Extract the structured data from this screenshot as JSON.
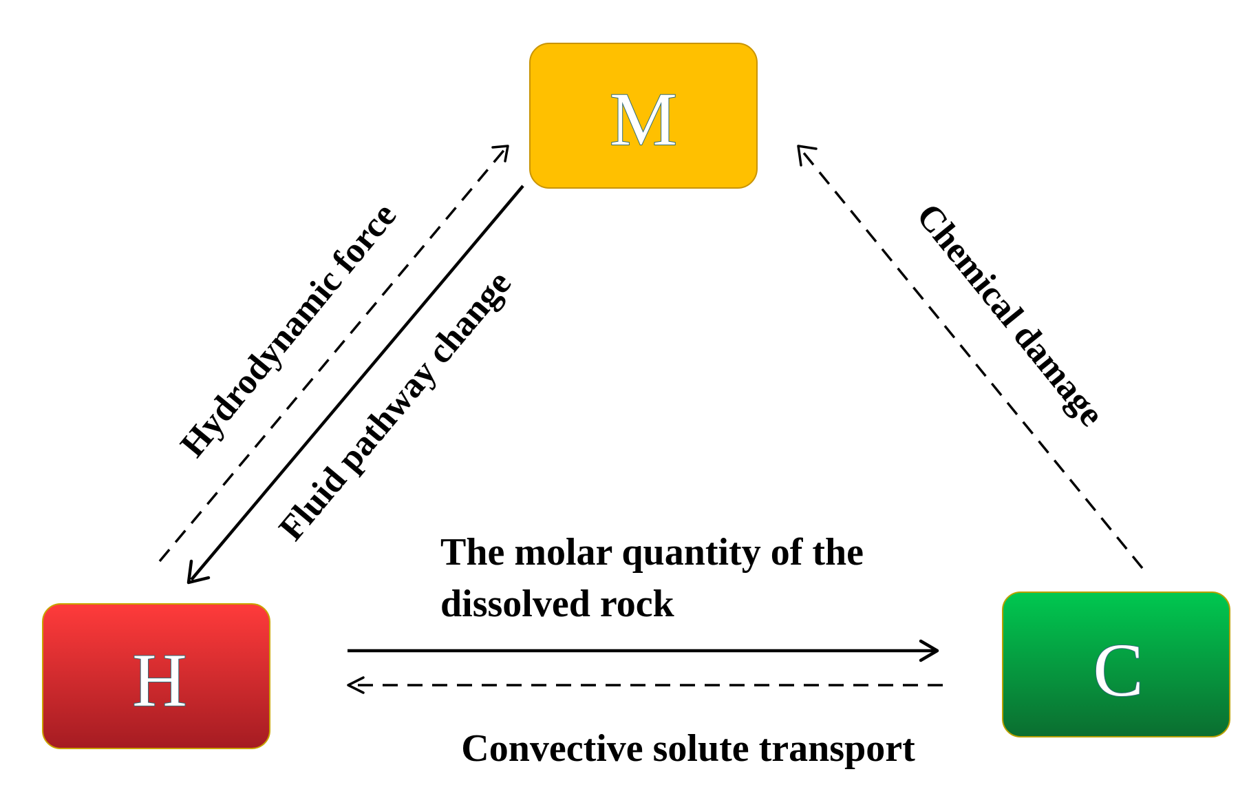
{
  "nodes": {
    "m": {
      "label": "M",
      "color": "#FFC000"
    },
    "h": {
      "label": "H",
      "color_top": "#FF3B3B",
      "color_bottom": "#A51C22"
    },
    "c": {
      "label": "C",
      "color_top": "#00C850",
      "color_bottom": "#0B6E30"
    }
  },
  "edges": {
    "hydrodynamic_force": {
      "label": "Hydrodynamic force",
      "from": "H",
      "to": "M",
      "style": "dashed"
    },
    "fluid_pathway_change": {
      "label": "Fluid pathway change",
      "from": "M",
      "to": "H",
      "style": "solid"
    },
    "chemical_damage": {
      "label": "Chemical damage",
      "from": "C",
      "to": "M",
      "style": "dashed"
    },
    "molar_quantity": {
      "label_line1": "The molar quantity of the",
      "label_line2": "dissolved rock",
      "from": "H",
      "to": "C",
      "style": "solid"
    },
    "convective_transport": {
      "label": "Convective solute transport",
      "from": "C",
      "to": "H",
      "style": "dashed"
    }
  }
}
